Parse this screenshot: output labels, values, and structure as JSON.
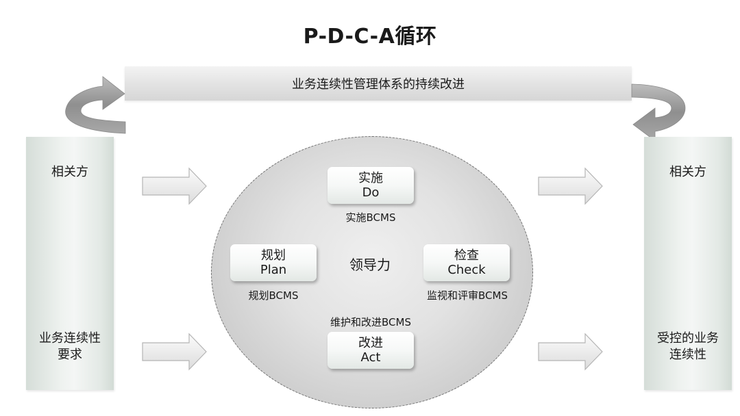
{
  "title": "P-D-C-A循环",
  "top_band": "业务连续性管理体系的持续改进",
  "left_panel": {
    "top_label": "相关方",
    "bottom_label": [
      "业务连续性",
      "要求"
    ]
  },
  "right_panel": {
    "top_label": "相关方",
    "bottom_label": [
      "受控的业务",
      "连续性"
    ]
  },
  "center": "领导力",
  "phases": {
    "do": {
      "zh": "实施",
      "en": "Do",
      "caption": "实施BCMS"
    },
    "plan": {
      "zh": "规划",
      "en": "Plan",
      "caption": "规划BCMS"
    },
    "check": {
      "zh": "检查",
      "en": "Check",
      "caption": "监视和评审BCMS"
    },
    "act": {
      "zh": "改进",
      "en": "Act",
      "caption": "维护和改进BCMS"
    }
  },
  "colors": {
    "arrow_fill": "#ebebeb",
    "arrow_stroke": "#b5b5b5",
    "curve_arrow": "#9a9a9a",
    "ellipse_border": "#6e6e6e"
  }
}
